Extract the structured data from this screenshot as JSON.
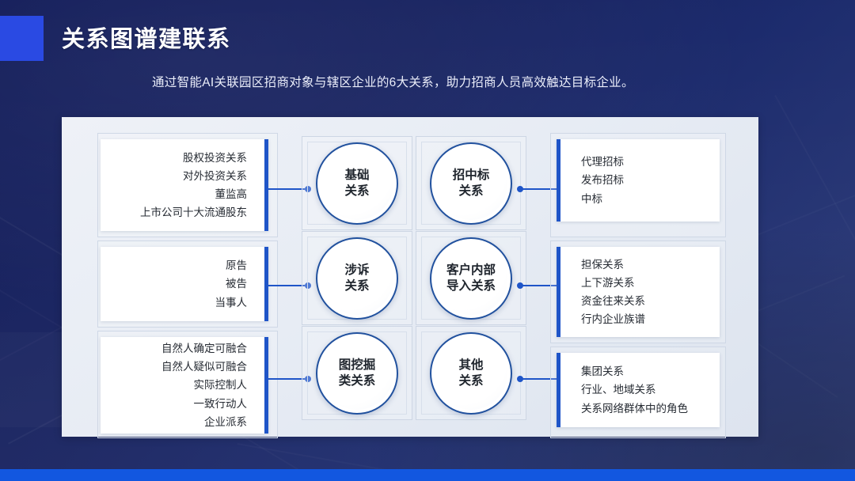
{
  "header": {
    "title": "关系图谱建联系",
    "subtitle": "通过智能AI关联园区招商对象与辖区企业的6大关系，助力招商人员高效触达目标企业。",
    "accent_color": "#2a4ae3"
  },
  "theme": {
    "background_color": "#16215f",
    "panel_color": "#e7ecf4",
    "accent_blue": "#1f55c8",
    "circle_ring_color": "#21519e",
    "bottom_bar_color": "#1257e0"
  },
  "left_cards": [
    {
      "items": [
        "股权投资关系",
        "对外投资关系",
        "董监高",
        "上市公司十大流通股东"
      ]
    },
    {
      "items": [
        "原告",
        "被告",
        "当事人"
      ]
    },
    {
      "items": [
        "自然人确定可融合",
        "自然人疑似可融合",
        "实际控制人",
        "一致行动人",
        "企业派系"
      ]
    }
  ],
  "circles": [
    {
      "label": "基础\n关系"
    },
    {
      "label": "招中标\n关系"
    },
    {
      "label": "涉诉\n关系"
    },
    {
      "label": "客户内部\n导入关系"
    },
    {
      "label": "图挖掘\n类关系"
    },
    {
      "label": "其他\n关系"
    }
  ],
  "right_cards": [
    {
      "items": [
        "代理招标",
        "发布招标",
        "中标"
      ]
    },
    {
      "items": [
        "担保关系",
        "上下游关系",
        "资金往来关系",
        "行内企业族谱"
      ]
    },
    {
      "items": [
        "集团关系",
        "行业、地域关系",
        "关系网络群体中的角色"
      ]
    }
  ]
}
